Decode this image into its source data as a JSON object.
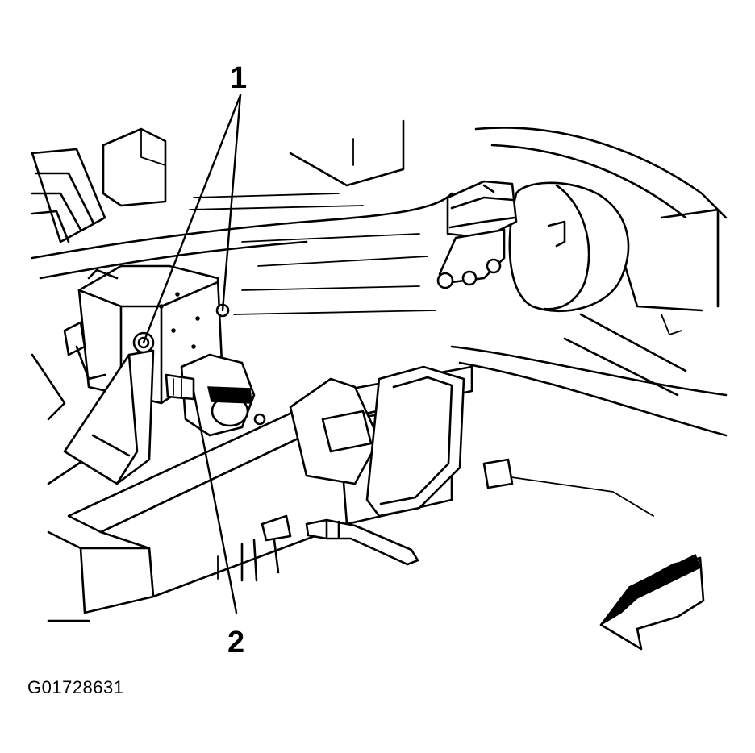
{
  "callouts": [
    {
      "id": "1",
      "label": "1"
    },
    {
      "id": "2",
      "label": "2"
    }
  ],
  "figure_id": "G01728631",
  "colors": {
    "ink": "#000000",
    "paper": "#ffffff"
  },
  "icons": {
    "direction_arrow": "front-direction-arrow-icon"
  }
}
